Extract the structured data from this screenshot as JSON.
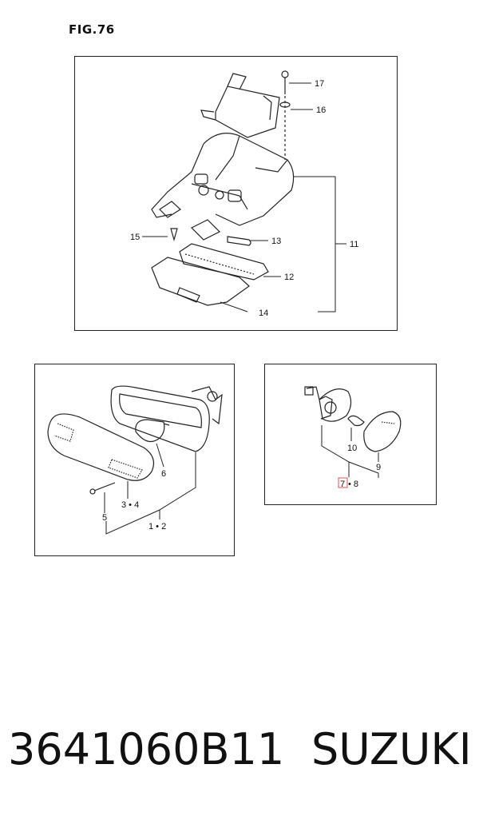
{
  "figure": {
    "label": "FIG.76"
  },
  "callouts": {
    "top": {
      "c17": "17",
      "c16": "16",
      "c15": "15",
      "c13": "13",
      "c11": "11",
      "c12": "12",
      "c14": "14"
    },
    "left": {
      "c6": "6",
      "c34": "3 • 4",
      "c5": "5",
      "c12": "1 • 2"
    },
    "right": {
      "c10": "10",
      "c9": "9",
      "c7": "7",
      "c8": "• 8"
    }
  },
  "footer": {
    "part_number": "3641060B11",
    "brand": "SUZUKI"
  }
}
